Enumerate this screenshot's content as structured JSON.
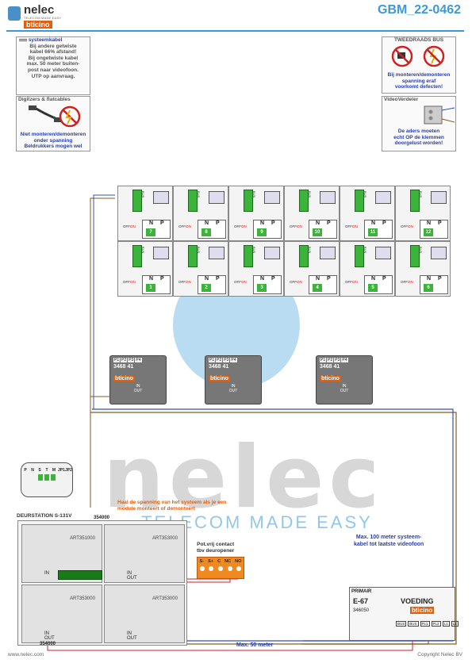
{
  "header": {
    "brand": "nelec",
    "brand_tagline": "TELECOM MADE EASY",
    "partner": "bticino",
    "doc_id": "GBM_22-0462"
  },
  "notes": {
    "systeemkabel": {
      "title": "systeemkabel",
      "lines": [
        "Bij andere getwiste",
        "kabel 66% afstand!",
        "Bij ongetwiste kabel",
        "max. 50 meter buiten-",
        "post naar videofoon.",
        "UTP op aanvraag."
      ]
    },
    "digitizers": {
      "title": "Digitzers & flatcables",
      "lines": [
        "Niet monteren/demonteren",
        "onder spanning",
        "Beldrukkers mogen wel"
      ]
    },
    "tweedraads": {
      "title": "TWEEDRAADS BUS",
      "lines": [
        "Bij monteren/demonteren",
        "spanning eraf",
        "voorkomt defecten!"
      ]
    },
    "videoverdeler": {
      "title": "VideoVerdeler",
      "lines": [
        "De aders moeten",
        "echt OP de klemmen",
        "doorgelust worden!"
      ]
    }
  },
  "apartments": {
    "top_row": [
      {
        "num": "7"
      },
      {
        "num": "8"
      },
      {
        "num": "9"
      },
      {
        "num": "10"
      },
      {
        "num": "11"
      },
      {
        "num": "12"
      }
    ],
    "bottom_row": [
      {
        "num": "1"
      },
      {
        "num": "2"
      },
      {
        "num": "3"
      },
      {
        "num": "4"
      },
      {
        "num": "5"
      },
      {
        "num": "6"
      }
    ],
    "labels": {
      "bus": "BUS",
      "off": "OFF",
      "on": "ON",
      "n": "N",
      "p": "P"
    }
  },
  "distributors": [
    {
      "model": "3468 41",
      "brand": "bticino",
      "ports": [
        "P1",
        "P2",
        "P3",
        "P4"
      ],
      "in": "IN",
      "out": "OUT"
    },
    {
      "model": "3468 41",
      "brand": "bticino",
      "ports": [
        "P1",
        "P2",
        "P3",
        "P4"
      ],
      "in": "IN",
      "out": "OUT"
    },
    {
      "model": "3468 41",
      "brand": "bticino",
      "ports": [
        "P1",
        "P2",
        "P3",
        "P4"
      ],
      "in": "IN",
      "out": "OUT"
    }
  ],
  "door_station": {
    "title": "DEURSTATION S-131V",
    "terminal_labels": [
      "P",
      "N",
      "S",
      "T",
      "M",
      "JP1",
      "JP2"
    ],
    "module_codes": [
      "ART351000",
      "ART353000",
      "ART353000",
      "ART353000"
    ],
    "module_codes_short": [
      "354000",
      "354000"
    ],
    "in": "IN",
    "out": "OUT",
    "warning": "Haal de spanning van het systeem als je een module monteert of demonteert"
  },
  "contact": {
    "title_lines": [
      "Pot.vrij contact",
      "tbv deuropener"
    ],
    "terminals": [
      "S-",
      "S+",
      "C",
      "NC",
      "NO"
    ]
  },
  "power_supply": {
    "brand": "PRIMAIR",
    "model": "E-67",
    "label": "VOEDING",
    "code": "346050",
    "partner": "bticino",
    "terminals": [
      "BUS",
      "BUS",
      "PL1",
      "PL2",
      "L1",
      "L1"
    ]
  },
  "cable_notes": {
    "max100": [
      "Max. 100 meter systeem-",
      "kabel tot laatste videofoon"
    ],
    "max50": "Max. 50 meter"
  },
  "footer": {
    "url": "www.nelec.com",
    "copyright": "Copyright Nelec BV"
  },
  "colors": {
    "accent": "#3a9ad9",
    "orange": "#e06010",
    "green": "#3cb43c",
    "wire_blue": "#3050b0",
    "wire_red": "#c82020",
    "wire_brown": "#8a5a20"
  }
}
